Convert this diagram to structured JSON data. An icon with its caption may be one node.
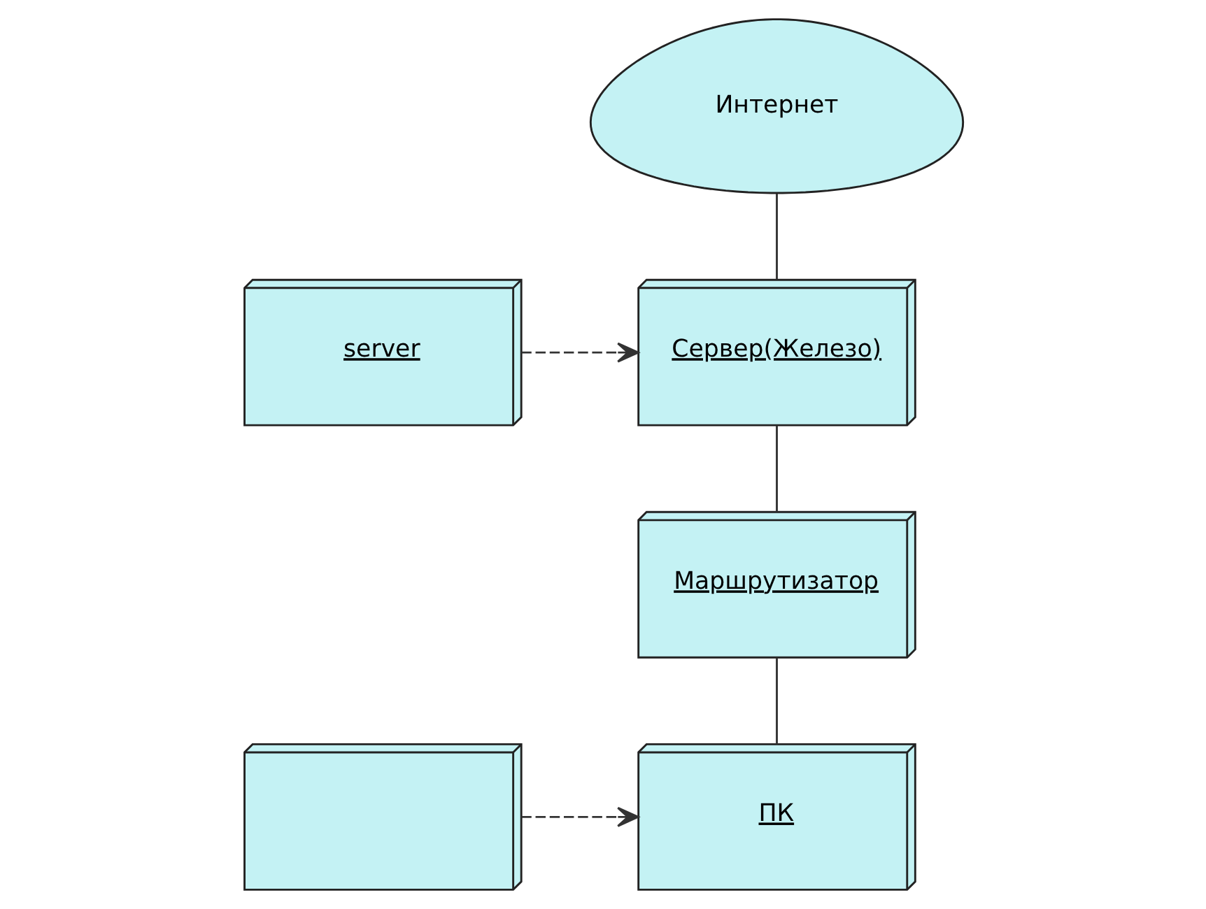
{
  "diagram": {
    "nodes": [
      {
        "text": [
          "Интернет"
        ]
      },
      {
        "text": [
          "Сервер(Железо)"
        ]
      },
      {
        "text": [
          "server"
        ]
      },
      {
        "text": [
          "Маршрутизатор"
        ]
      },
      {
        "text": [
          "ПК"
        ]
      },
      {
        "text": [],
        "shape": "box"
      }
    ],
    "edges": [
      {
        "from": 0,
        "to": 1,
        "arrow": "none"
      },
      {
        "from": 2,
        "to": 1,
        "arrow": "to",
        "style": "dashed"
      },
      {
        "from": 1,
        "to": 3,
        "arrow": "none"
      },
      {
        "from": 3,
        "to": 4,
        "arrow": "none"
      },
      {
        "from": 5,
        "to": 4,
        "arrow": "to",
        "style": "dashed"
      }
    ]
  }
}
